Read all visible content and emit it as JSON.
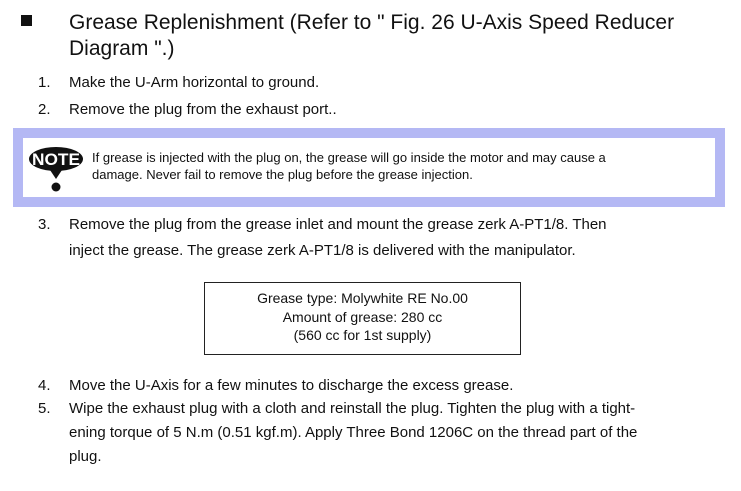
{
  "heading": "Grease Replenishment (Refer to \" Fig. 26 U-Axis Speed Reducer Diagram \".)",
  "steps_before": [
    {
      "num": "1.",
      "lines": [
        "Make the U-Arm horizontal to ground."
      ]
    },
    {
      "num": "2.",
      "lines": [
        "Remove the plug from the exhaust port.."
      ]
    }
  ],
  "note": {
    "icon_label": "NOTE",
    "lines": [
      "If grease is injected with the plug on, the grease will go inside the motor and may cause a",
      "damage.  Never fail to remove the plug before the grease injection."
    ]
  },
  "step3": {
    "num": "3.",
    "lines": [
      "Remove the plug from the grease inlet and mount the grease zerk A-PT1/8.  Then",
      "inject the grease.  The grease zerk A-PT1/8 is delivered with the manipulator."
    ]
  },
  "grease_box": [
    "Grease type: Molywhite RE No.00",
    "Amount of grease: 280 cc",
    "(560 cc for 1st supply)"
  ],
  "step4": {
    "num": "4.",
    "lines": [
      "Move the U-Axis for a few minutes to discharge the excess grease."
    ]
  },
  "step5": {
    "num": "5.",
    "lines": [
      "Wipe the exhaust plug with a cloth and reinstall the plug.  Tighten the plug with a tight-",
      "ening torque of 5 N.m (0.51 kgf.m).  Apply Three Bond 1206C on the thread part of the",
      "plug."
    ]
  },
  "colors": {
    "note_border": "#b4b8f4"
  }
}
